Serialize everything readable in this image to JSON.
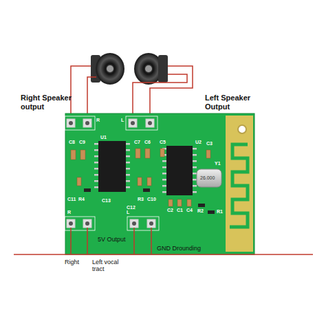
{
  "diagram": {
    "labels": [
      "Right Speaker output",
      "Left Speaker Output",
      "R",
      "L",
      "C8",
      "C9",
      "U1",
      "C7",
      "C6",
      "C5",
      "U2",
      "Y1",
      "C3",
      "C11",
      "R4",
      "C13",
      "C12",
      "R3",
      "C10",
      "C2",
      "C1",
      "C4",
      "R2",
      "R1",
      "26.000",
      "R",
      "L",
      "5V Output",
      "GND Drounding",
      "Right",
      "Left vocal tract"
    ]
  }
}
